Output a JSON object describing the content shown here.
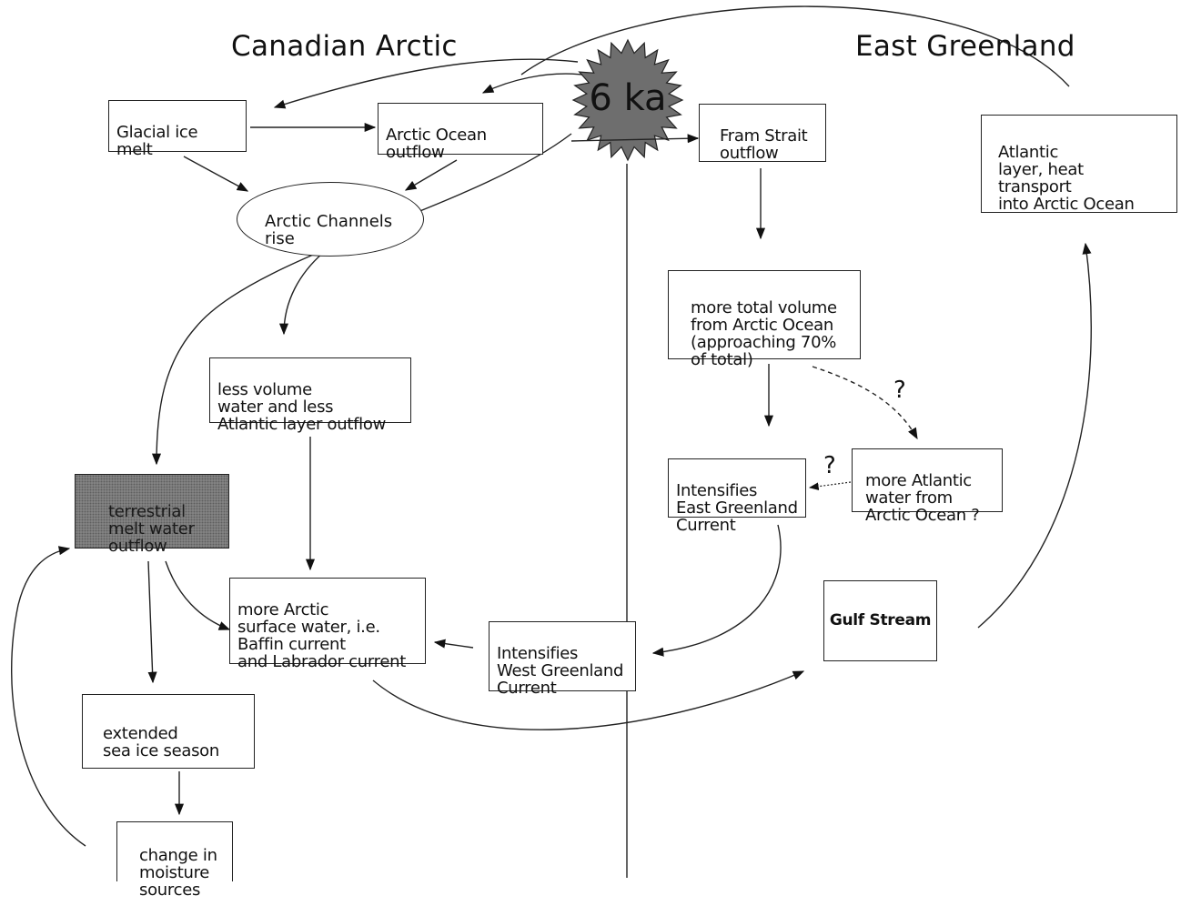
{
  "headings": {
    "left": "Canadian Arctic",
    "right": "East Greenland"
  },
  "center_event": "6 ka",
  "boxes": {
    "glacial_ice_melt": "Glacial ice\nmelt",
    "arctic_ocean_outflow": "Arctic Ocean\noutflow",
    "arctic_channels_rise": "Arctic Channels\nrise",
    "less_volume": "less volume\nwater and less\nAtlantic layer outflow",
    "terrestrial_melt": "terrestrial\nmelt water\noutflow",
    "more_arctic_surface": "more Arctic\nsurface water, i.e.\nBaffin current\nand Labrador current",
    "extended_sea_ice": "extended\nsea ice season",
    "change_moisture": "change in\nmoisture\nsources",
    "intensifies_wgc": "Intensifies\nWest Greenland\nCurrent",
    "fram_strait": "Fram Strait\noutflow",
    "atlantic_layer": "Atlantic\nlayer, heat\ntransport\ninto Arctic Ocean",
    "more_total_volume": "more total volume\nfrom Arctic Ocean\n(approaching 70%\nof total)",
    "intensifies_egc": "Intensifies\nEast Greenland\nCurrent",
    "more_atlantic_water": "more Atlantic\nwater from\nArctic Ocean ?",
    "gulf_stream": "Gulf Stream"
  },
  "question_marks": [
    "?",
    "?"
  ]
}
